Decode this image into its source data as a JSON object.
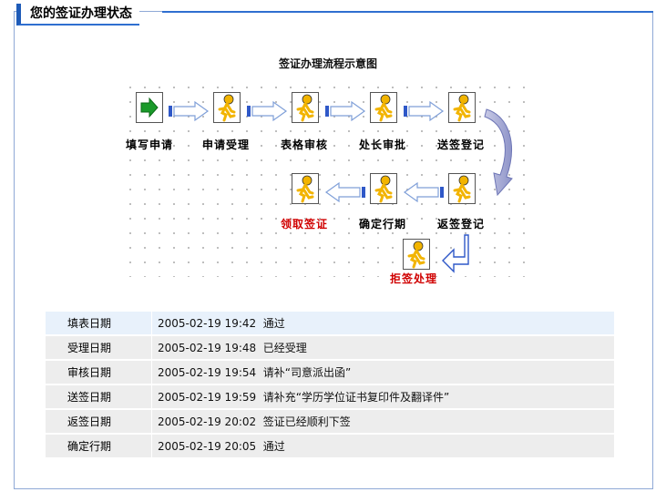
{
  "panel": {
    "title": "您的签证办理状态"
  },
  "diagram": {
    "title": "签证办理流程示意图",
    "steps": [
      {
        "label": "填写申请",
        "icon": "green-arrow-icon",
        "highlight": false
      },
      {
        "label": "申请受理",
        "icon": "running-person-icon",
        "highlight": false
      },
      {
        "label": "表格审核",
        "icon": "running-person-icon",
        "highlight": false
      },
      {
        "label": "处长审批",
        "icon": "running-person-icon",
        "highlight": false
      },
      {
        "label": "送签登记",
        "icon": "running-person-icon",
        "highlight": false
      },
      {
        "label": "返签登记",
        "icon": "running-person-icon",
        "highlight": false
      },
      {
        "label": "确定行期",
        "icon": "running-person-icon",
        "highlight": false
      },
      {
        "label": "领取签证",
        "icon": "running-person-icon",
        "highlight": true
      },
      {
        "label": "拒签处理",
        "icon": "running-person-icon",
        "highlight": true
      }
    ],
    "colors": {
      "highlight": "#d00000",
      "person": "#f2b400",
      "arrow": "#2f58c8",
      "border": "#2f6fd0"
    }
  },
  "log": [
    {
      "key": "填表日期",
      "datetime": "2005-02-19 19:42",
      "status": "通过"
    },
    {
      "key": "受理日期",
      "datetime": "2005-02-19 19:48",
      "status": "已经受理"
    },
    {
      "key": "审核日期",
      "datetime": "2005-02-19 19:54",
      "status": "请补“司意派出函”"
    },
    {
      "key": "送签日期",
      "datetime": "2005-02-19 19:59",
      "status": "请补充“学历学位证书复印件及翻译件”"
    },
    {
      "key": "返签日期",
      "datetime": "2005-02-19 20:02",
      "status": "签证已经顺利下签"
    },
    {
      "key": "确定行期",
      "datetime": "2005-02-19 20:05",
      "status": "通过"
    }
  ]
}
